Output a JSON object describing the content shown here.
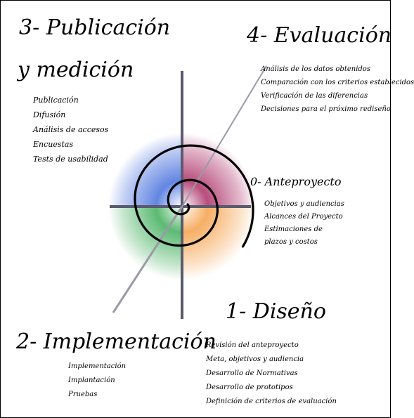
{
  "phases": {
    "p3": {
      "title_line1": "3- Publicación",
      "title_line2": "y medición",
      "items": [
        "Publicación",
        "Difusión",
        "Análisis de accesos",
        "Encuestas",
        "Tests de usabilidad"
      ]
    },
    "p4": {
      "title": "4- Evaluación",
      "items": [
        "Análisis de los datos obtenidos",
        "Comparación con los criterios establecidos",
        "Verificación de las diferencias",
        "Decisiones para el próximo rediseño"
      ]
    },
    "p0": {
      "title": "0- Anteproyecto",
      "items": [
        "Objetivos y audiencias",
        "Alcances del Proyecto",
        "Estimaciones de",
        "plazos y costos"
      ]
    },
    "p1": {
      "title": "1- Diseño",
      "items": [
        "Revisión del anteproyecto",
        "Meta, objetivos y audiencia",
        "Desarrollo de Normativas",
        "Desarrollo de prototipos",
        "Definición de criterios de evaluación"
      ]
    },
    "p2": {
      "title": "2- Implementación",
      "items": [
        "Implementación",
        "Implantación",
        "Pruebas"
      ]
    }
  },
  "colors": {
    "quadrant_top_left": "#5a7fe0",
    "quadrant_top_right": "#b03a6e",
    "quadrant_bottom_left": "#3fae5a",
    "quadrant_bottom_right": "#f5a04a",
    "axis": "#5a5a6e",
    "spiral": "#000000"
  }
}
